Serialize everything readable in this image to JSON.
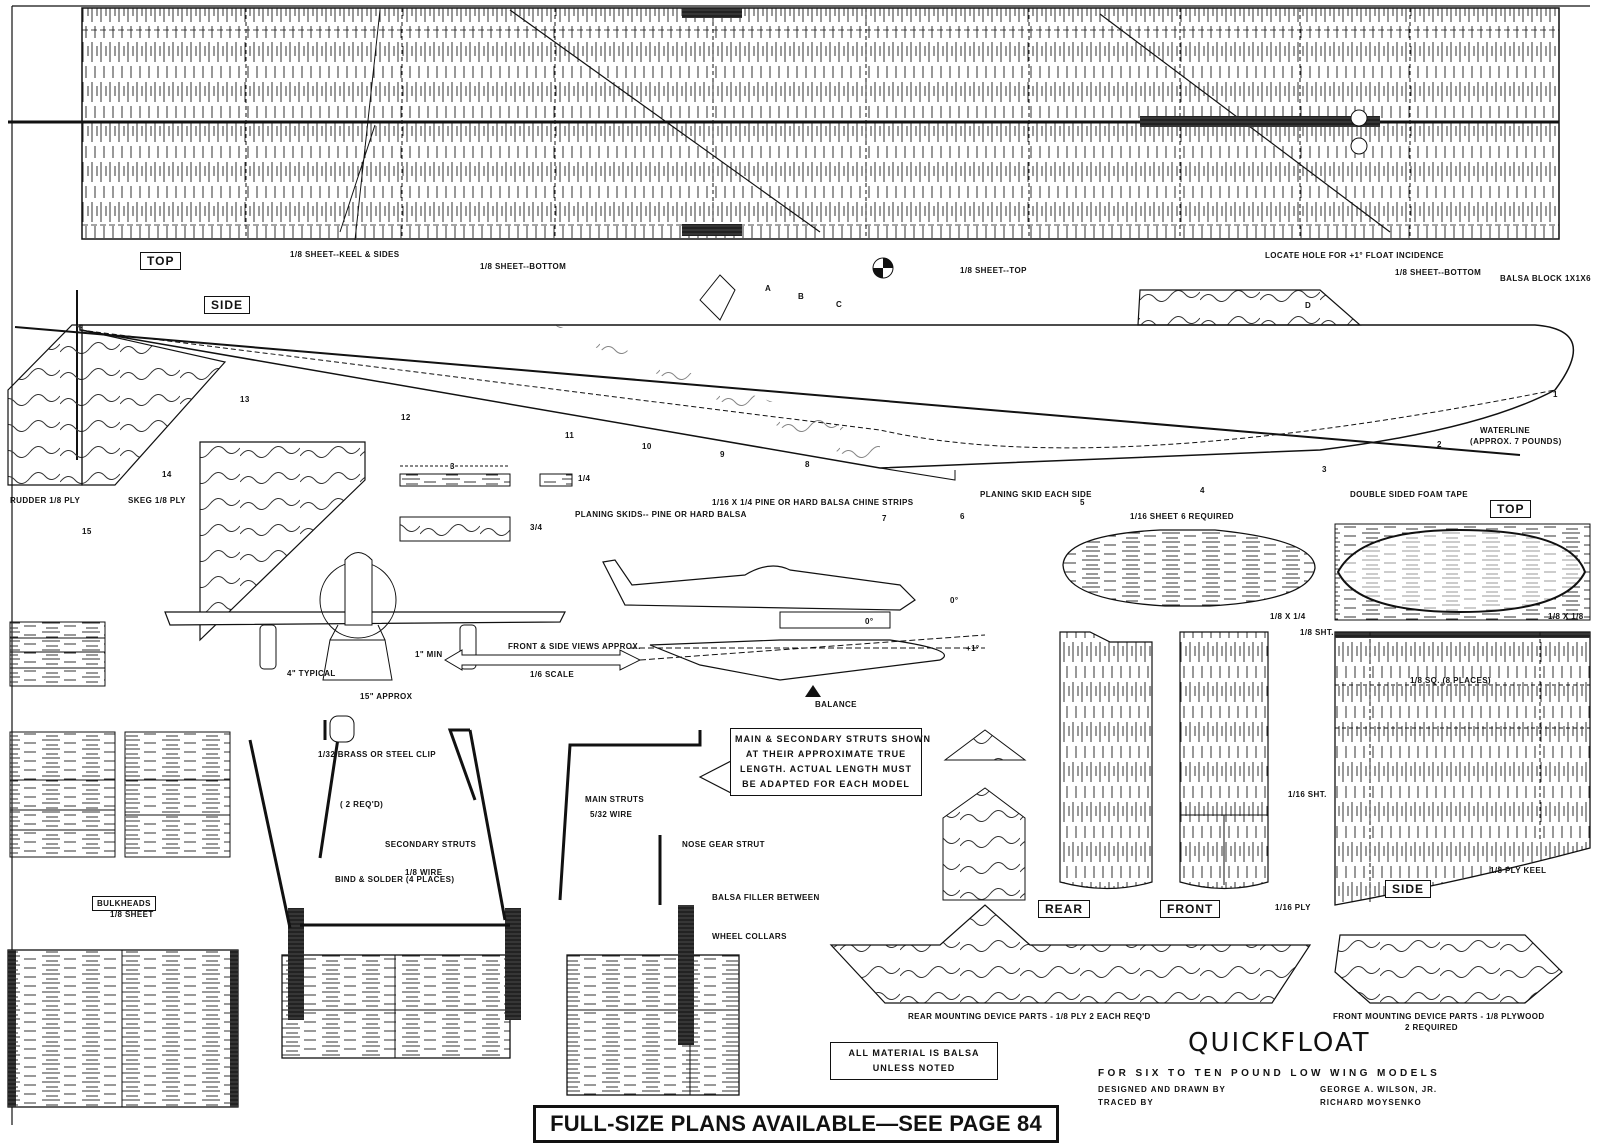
{
  "views": {
    "top": "TOP",
    "side": "SIDE",
    "rear": "REAR",
    "front": "FRONT",
    "side_small": "SIDE",
    "top_small": "TOP"
  },
  "labels": {
    "sheet_keel_sides": "1/8 SHEET--KEEL & SIDES",
    "sheet_bottom_left": "1/8 SHEET--BOTTOM",
    "sheet_top": "1/8 SHEET--TOP",
    "sheet_bottom_right": "1/8 SHEET--BOTTOM",
    "locate_hole": "LOCATE HOLE FOR +1° FLOAT INCIDENCE",
    "balsa_block": "BALSA BLOCK 1X1X6",
    "waterline": "WATERLINE",
    "waterline_note": "(APPROX. 7 POUNDS)",
    "rudder": "RUDDER 1/8 PLY",
    "skeg": "SKEG 1/8 PLY",
    "pine_strips": "1/16 x 1/4 PINE OR HARD BALSA CHINE STRIPS",
    "planing_skid_each": "PLANING SKID EACH SIDE",
    "planing_skids": "PLANING SKIDS-- PINE OR HARD BALSA",
    "dim_3": "3",
    "dim_quarter": "1/4",
    "dim_three_quarter": "3/4",
    "sheet_6_required": "1/16 SHEET  6 REQUIRED",
    "double_sided": "DOUBLE SIDED FOAM TAPE",
    "eighth_quarter": "1/8 x 1/4",
    "eighth_sht": "1/8 SHT.",
    "eighth_x_eighth": "1/8 x 1/8",
    "sq_8places": "1/8 SQ. (8 PLACES)",
    "sixteenth_sht": "1/16 SHT.",
    "sixteenth_ply": "1/16 PLY",
    "eighth_ply_keel": "1/8 PLY KEEL",
    "four_typical": "4\" TYPICAL",
    "one_min": "1\" MIN",
    "fifteen_approx": "15\" APPROX",
    "zero_deg": "0°",
    "zero_deg_small": "0°",
    "plus_one": "+1°",
    "balance": "BALANCE",
    "front_side_views": "FRONT & SIDE VIEWS APPROX.",
    "scale": "1/6 SCALE",
    "brass_clip": "1/32 BRASS OR STEEL CLIP",
    "req2": "( 2 REQ'D)",
    "secondary_struts": "SECONDARY STRUTS",
    "wire_eighth": "1/8 WIRE",
    "main_struts": "MAIN STRUTS",
    "wire_532": "5/32 WIRE",
    "bind_solder": "BIND & SOLDER (4 PLACES)",
    "bulkheads": "BULKHEADS",
    "bulkheads_sheet": "1/8 SHEET",
    "nose_gear": "NOSE GEAR STRUT",
    "balsa_filler": "BALSA FILLER BETWEEN",
    "wheel_collars": "WHEEL COLLARS",
    "rear_mount": "REAR MOUNTING DEVICE PARTS - 1/8 PLY   2 EACH REQ'D",
    "front_mount": "FRONT MOUNTING DEVICE PARTS - 1/8 PLYWOOD",
    "front_mount_2": "2 REQUIRED"
  },
  "struts_note": [
    "MAIN & SECONDARY STRUTS SHOWN",
    "AT THEIR APPROXIMATE TRUE",
    "LENGTH. ACTUAL LENGTH MUST",
    "BE ADAPTED FOR EACH MODEL"
  ],
  "material_note": [
    "ALL MATERIAL IS BALSA",
    "UNLESS NOTED"
  ],
  "part_letters": [
    "A",
    "B",
    "C",
    "D"
  ],
  "station_numbers": [
    "1",
    "2",
    "3",
    "4",
    "5",
    "6",
    "7",
    "8",
    "9",
    "10",
    "11",
    "12",
    "13",
    "14",
    "15"
  ],
  "title": "QUICKFLOAT",
  "subtitle": "FOR SIX TO TEN POUND LOW WING MODELS",
  "credits": {
    "designed_label": "DESIGNED AND DRAWN BY",
    "designed_name": "GEORGE A. WILSON, JR.",
    "traced_label": "TRACED BY",
    "traced_name": "RICHARD MOYSENKO"
  },
  "banner": "FULL-SIZE PLANS AVAILABLE—SEE PAGE 84"
}
